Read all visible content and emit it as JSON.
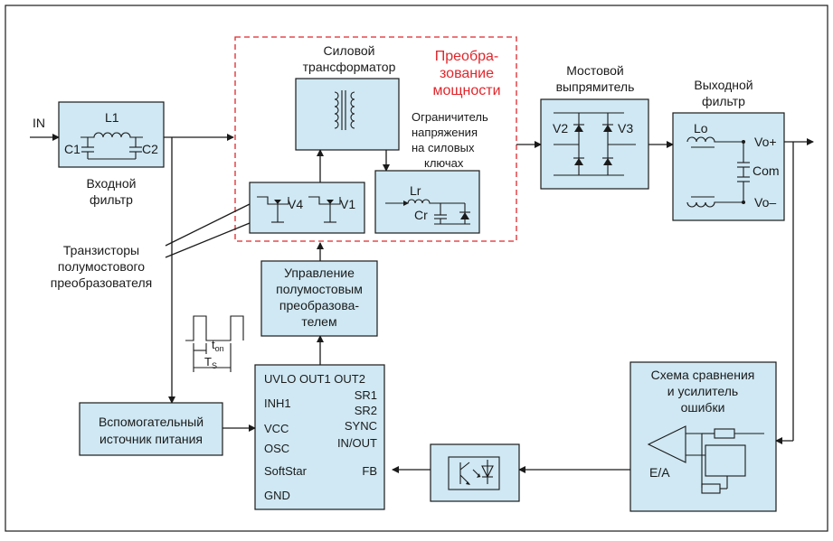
{
  "colors": {
    "block_fill": "#cfe8f3",
    "accent_red": "#e0262b",
    "line": "#1a1a1a"
  },
  "labels": {
    "in": "IN",
    "l1": "L1",
    "c1": "C1",
    "c2": "C2",
    "input_filter_1": "Входной",
    "input_filter_2": "фильтр",
    "power_tr_1": "Силовой",
    "power_tr_2": "трансформатор",
    "conv_1": "Преобра-",
    "conv_2": "зование",
    "conv_3": "мощности",
    "clamp_1": "Ограничитель",
    "clamp_2": "напряжения",
    "clamp_3": "на силовых",
    "clamp_4": "ключах",
    "v4": "V4",
    "v1": "V1",
    "lr": "Lr",
    "cr": "Cr",
    "bridge_1": "Мостовой",
    "bridge_2": "выпрямитель",
    "v2": "V2",
    "v3": "V3",
    "out_filter_1": "Выходной",
    "out_filter_2": "фильтр",
    "lo": "Lo",
    "vo_plus": "Vo+",
    "com": "Com",
    "vo_minus": "Vo–",
    "trans_1": "Транзисторы",
    "trans_2": "полумостового",
    "trans_3": "преобразователя",
    "ctrl_1": "Управление",
    "ctrl_2": "полумостовым",
    "ctrl_3": "преобразова-",
    "ctrl_4": "телем",
    "ton": "t",
    "ton_sub": "on",
    "ts": "T",
    "ts_sub": "S",
    "ic_top": "UVLO OUT1 OUT2",
    "ic_inh1": "INH1",
    "ic_vcc": "VCC",
    "ic_osc": "OSC",
    "ic_soft": "SoftStar",
    "ic_gnd": "GND",
    "ic_sr1": "SR1",
    "ic_sr2": "SR2",
    "ic_sync": "SYNC",
    "ic_inout": "IN/OUT",
    "ic_fb": "FB",
    "aux_1": "Вспомогательный",
    "aux_2": "источник питания",
    "err_1": "Схема сравнения",
    "err_2": "и усилитель",
    "err_3": "ошибки",
    "ea": "E/A"
  }
}
